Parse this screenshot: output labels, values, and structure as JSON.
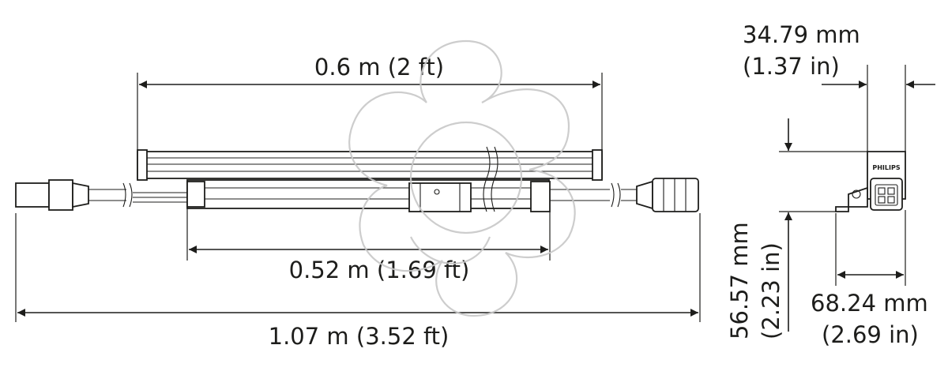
{
  "dimensions": {
    "top_length": "0.6 m (2 ft)",
    "inner_length": "0.52 m (1.69 ft)",
    "total_length": "1.07 m (3.52 ft)",
    "depth_mm": "34.79 mm",
    "depth_in": "(1.37 in)",
    "height_mm": "56.57 mm",
    "height_in": "(2.23 in)",
    "width_mm": "68.24 mm",
    "width_in": "(2.69 in)"
  },
  "end_view": {
    "brand_mark": "PHILIPS"
  },
  "colors": {
    "line": "#1d1d1b",
    "watermark": "#c8c8c8"
  }
}
